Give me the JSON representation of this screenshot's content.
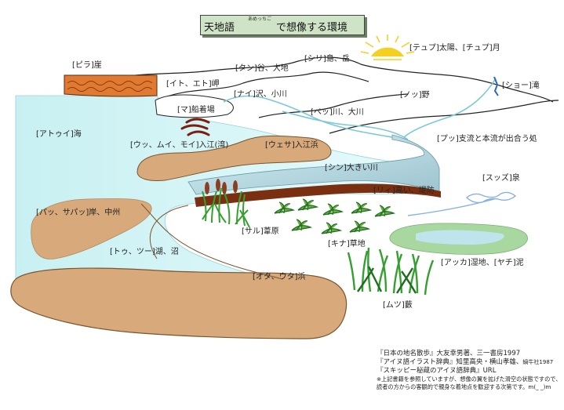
{
  "title": {
    "main": "天地語",
    "ruby": "あめっちご",
    "rest": "で想像する環境"
  },
  "labels": {
    "pira": "[ピラ]崖",
    "tan": "[タン]谷、大地",
    "shiri": "[シリ]島、岳",
    "tupu": "[テュプ]太陽、[チュプ]月",
    "itu": "[イト、エト]岬",
    "nai": "[ナイ]沢、小川",
    "nupuri": "[ノッ]野",
    "sho": "[ショー]滝",
    "ma": "[マ]船着場",
    "pet": "[ペッ]川、大川",
    "atui": "[アトゥイ]海",
    "us": "[ウッ、ムイ、モイ]入江(湾)",
    "usa": "[ウェサ]入江浜",
    "putu": "[プッ]支流と本流が出合う処",
    "shin": "[シン]大きい川",
    "sus": "[スッズ]泉",
    "ri": "[リィ]高い、堤防",
    "pa": "[パッ、サパッ]岸、中州",
    "sar": "[サル]葦原",
    "kina": "[キナ]草地",
    "to": "[トゥ、ツー]湖、沼",
    "akka": "[アッカ]湿地、[ヤチ]泥",
    "ota": "[オタ、ウタ]浜",
    "mutsu": "[ムツ]藪"
  },
  "references": {
    "ref1": "『日本の地名散歩』大友幸男著、三一書房1997",
    "ref2_main": "『アイヌ語イラスト辞典』知里高央・横山孝雄、",
    "ref2_pub": "蝸牛社1987",
    "ref3": "『スキッピー秘蔵のアイヌ語辞典』URL",
    "note": "※上記書籍を参照していますが、想像の翼を拡げた滑空の状態ですので、読者の方からの客観的で親身な着地点を歓迎する次第です。m(_ _)m"
  },
  "colors": {
    "sea": "#c8f0f2",
    "sand": "#d8a97a",
    "sand_edge": "#7a5530",
    "river": "#bfe4ec",
    "levee": "#7a3010",
    "cliff": "#e07a30",
    "grass": "#35a030",
    "grass_dark": "#1f6e20",
    "reed_head": "#8a4020",
    "sun": "#f5d020",
    "spring": "#8ab0e8",
    "marsh": "#a8d8a0",
    "title_bg": "#cfe3c7"
  }
}
